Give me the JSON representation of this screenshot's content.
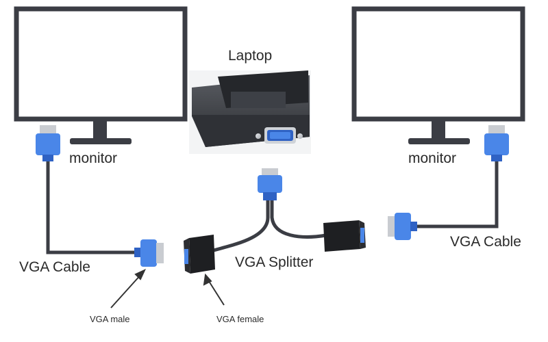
{
  "labels": {
    "laptop": "Laptop",
    "monitor_left": "monitor",
    "monitor_right": "monitor",
    "cable_left": "VGA Cable",
    "cable_right": "VGA Cable",
    "splitter": "VGA Splitter",
    "vga_male": "VGA male",
    "vga_female": "VGA female"
  },
  "colors": {
    "monitor_frame": "#3b3d44",
    "cable": "#3b3d44",
    "connector_blue": "#4a86e8",
    "connector_metal": "#c9ccd1",
    "adapter_black": "#1e1f22"
  }
}
